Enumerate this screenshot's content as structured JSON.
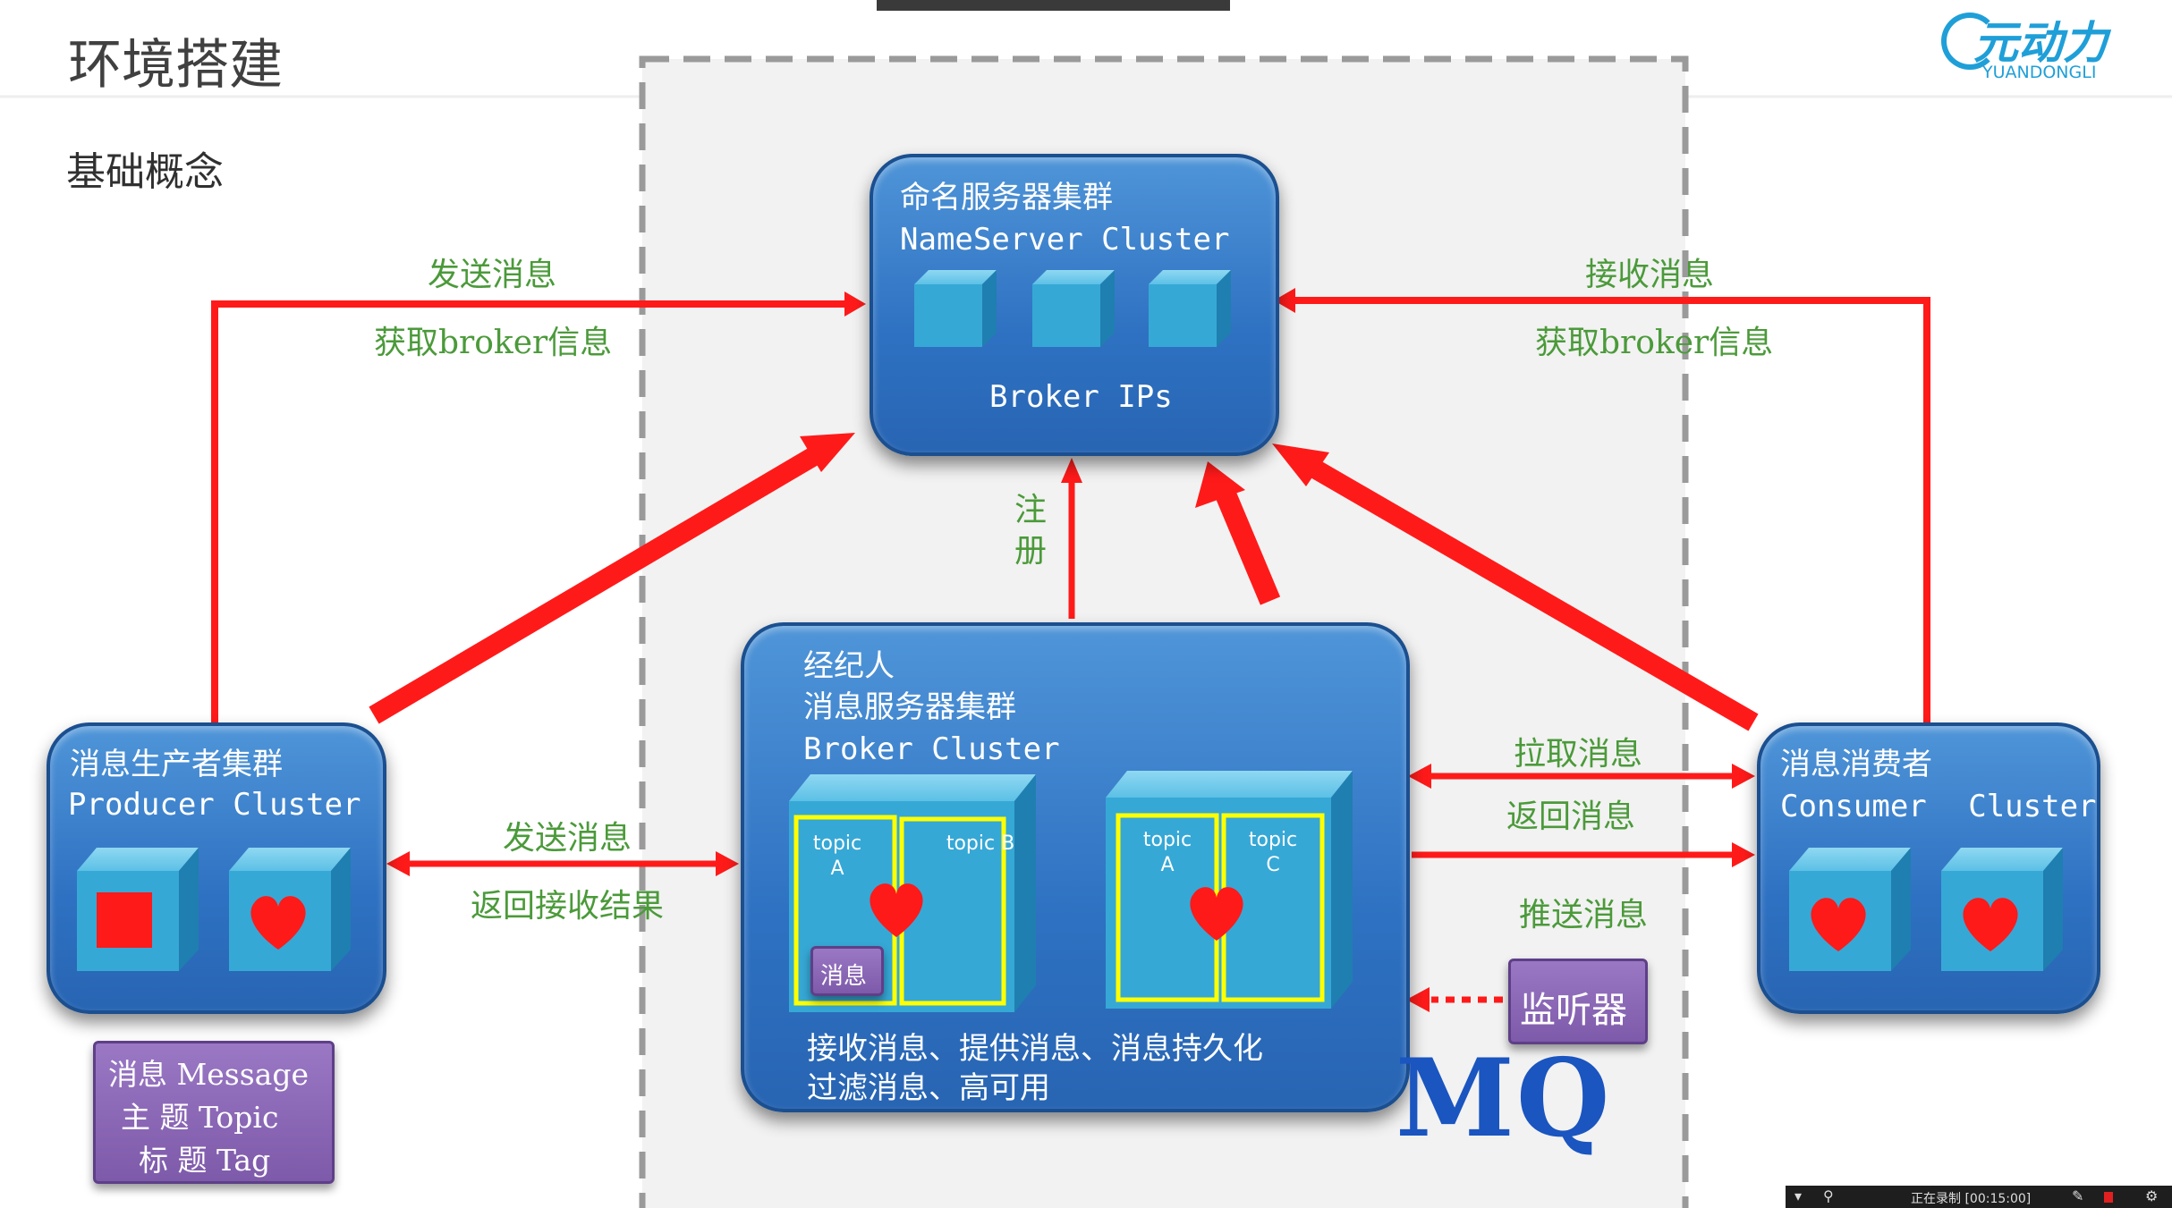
{
  "header": {
    "title": "环境搭建",
    "subtitle": "基础概念",
    "logo_text": "元动力",
    "logo_subtext": "YUANDONGLI"
  },
  "nameserver": {
    "title_cn": "命名服务器集群",
    "title_en": "NameServer Cluster",
    "footer": "Broker IPs"
  },
  "producer": {
    "title_cn": "消息生产者集群",
    "title_en": "Producer Cluster"
  },
  "consumer": {
    "title_cn": "消息消费者",
    "title_en": "Consumer Cluster"
  },
  "broker": {
    "line1": "经纪人",
    "line2": "消息服务器集群",
    "line3": "Broker Cluster",
    "topics": [
      "topic A",
      "topic B",
      "topic A",
      "topic C"
    ],
    "message_badge": "消息",
    "desc1": "接收消息、提供消息、消息持久化",
    "desc2": "过滤消息、高可用"
  },
  "listener": {
    "label": "监听器"
  },
  "legend": {
    "row1": "消息 Message",
    "row2": "主 题 Topic",
    "row3": "标 题 Tag"
  },
  "labels": {
    "left_send": "发送消息",
    "left_get": "获取broker信息",
    "right_recv": "接收消息",
    "right_get": "获取broker信息",
    "register": "注册",
    "prod_send": "发送消息",
    "prod_return": "返回接收结果",
    "pull": "拉取消息",
    "return_msg": "返回消息",
    "push": "推送消息"
  },
  "mq_label": "MQ",
  "status_bar": {
    "recording": "正在录制 [00:15:00]"
  },
  "colors": {
    "arrow": "#ff1a1a",
    "node": "#2e71c2",
    "cube": "#3aa7d4",
    "label_green": "#4b9a3a",
    "topic_frame": "#ffff00"
  }
}
